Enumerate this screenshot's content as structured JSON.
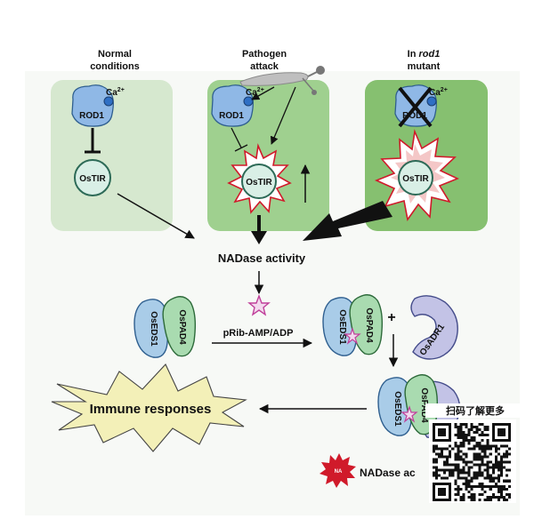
{
  "panels": {
    "normal": {
      "title_line1": "Normal",
      "title_line2": "conditions"
    },
    "pathogen": {
      "title_line1": "Pathogen",
      "title_line2": "attack"
    },
    "mutant": {
      "title_prefix": "In ",
      "title_italic": "rod1",
      "title_line2": "mutant"
    }
  },
  "labels": {
    "rod1": "ROD1",
    "ca_base": "Ca",
    "ca_sup": "2+",
    "ostir": "OsTIR",
    "nadase_activity": "NADase activity",
    "oseds1": "OsEDS1",
    "ospad4": "OsPAD4",
    "osadr1": "OsADR1",
    "prib": "pRib-AMP/ADP",
    "plus": "+",
    "immune": "Immune responses",
    "legend_nadase": "NADase ac",
    "legend_badge": "NA"
  },
  "overlay": {
    "qr_label": "扫码了解更多"
  },
  "colors": {
    "panel_light": "#d6e8cf",
    "panel_mid": "#9fd08f",
    "panel_dark": "#86c070",
    "rod1_fill": "#8fb8e6",
    "tir_fill": "#d9efe6",
    "tir_border": "#2d6a57",
    "burst_red": "#d01a2a",
    "eds1_fill": "#a9cce8",
    "pad4_fill": "#a9dbb0",
    "adr1_fill": "#c3c3e6",
    "star": "#c0409a",
    "immune_fill": "#f3f0b8"
  }
}
